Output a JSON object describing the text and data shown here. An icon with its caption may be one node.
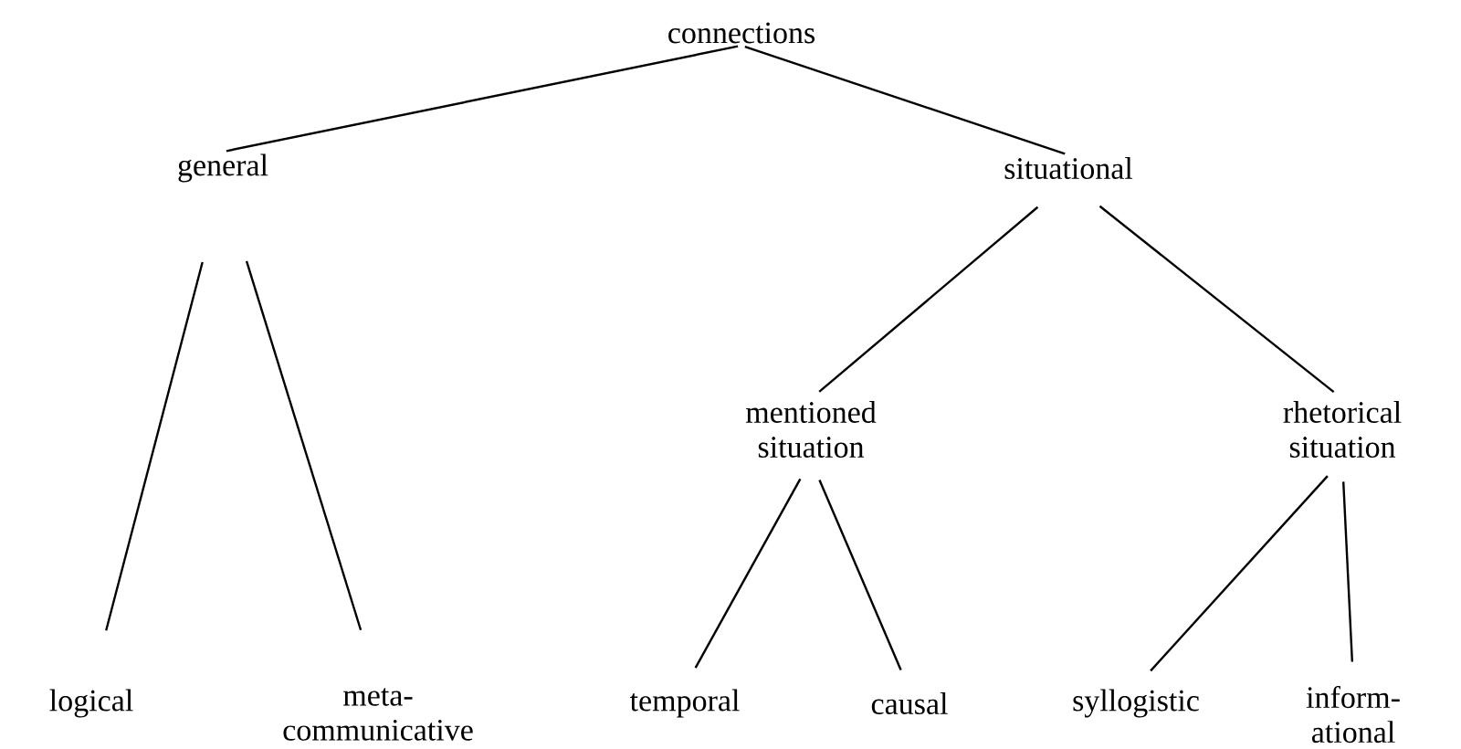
{
  "diagram": {
    "nodes": [
      {
        "text": [
          "connections"
        ]
      },
      {
        "text": [
          "general"
        ]
      },
      {
        "text": [
          "situational"
        ]
      },
      {
        "text": [
          "mentioned situation"
        ]
      },
      {
        "text": [
          "rhetorical situation"
        ]
      },
      {
        "text": [
          "logical"
        ]
      },
      {
        "text": [
          "meta-communicative"
        ]
      },
      {
        "text": [
          "temporal"
        ]
      },
      {
        "text": [
          "causal"
        ]
      },
      {
        "text": [
          "syllogistic"
        ]
      },
      {
        "text": [
          "inform-ational"
        ]
      }
    ],
    "edges": [
      {
        "from": 0,
        "to": 1,
        "arrow": "none"
      },
      {
        "from": 0,
        "to": 2,
        "arrow": "none"
      },
      {
        "from": 1,
        "to": 5,
        "arrow": "none"
      },
      {
        "from": 1,
        "to": 6,
        "arrow": "none"
      },
      {
        "from": 2,
        "to": 3,
        "arrow": "none"
      },
      {
        "from": 2,
        "to": 4,
        "arrow": "none"
      },
      {
        "from": 3,
        "to": 7,
        "arrow": "none"
      },
      {
        "from": 3,
        "to": 8,
        "arrow": "none"
      },
      {
        "from": 4,
        "to": 9,
        "arrow": "none"
      },
      {
        "from": 4,
        "to": 10,
        "arrow": "none"
      }
    ]
  }
}
